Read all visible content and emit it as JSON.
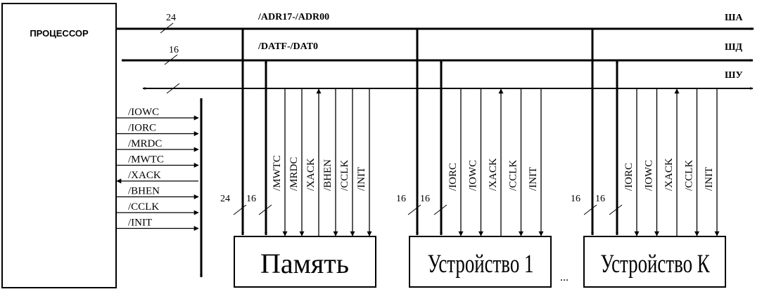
{
  "processor": {
    "label": "ПРОЦЕССОР"
  },
  "buses": {
    "address": {
      "name": "ША",
      "signal": "/ADR17-/ADR00",
      "width": "24"
    },
    "data": {
      "name": "ШД",
      "signal": "/DATF-/DAT0",
      "width": "16"
    },
    "control": {
      "name": "ШУ"
    }
  },
  "processor_signals": [
    {
      "label": "/IOWC",
      "direction": "out"
    },
    {
      "label": "/IORC",
      "direction": "out"
    },
    {
      "label": "/MRDC",
      "direction": "out"
    },
    {
      "label": "/MWTC",
      "direction": "out"
    },
    {
      "label": "/XACK",
      "direction": "in"
    },
    {
      "label": "/BHEN",
      "direction": "out"
    },
    {
      "label": "/CCLK",
      "direction": "out"
    },
    {
      "label": "/INIT",
      "direction": "out"
    }
  ],
  "devices": [
    {
      "label": "Память",
      "addr_width": "24",
      "data_width": "16",
      "signals": [
        {
          "label": "/MWTC",
          "direction": "in"
        },
        {
          "label": "/MRDC",
          "direction": "in"
        },
        {
          "label": "/XACK",
          "direction": "out"
        },
        {
          "label": "/BHEN",
          "direction": "in"
        },
        {
          "label": "/CCLK",
          "direction": "in"
        },
        {
          "label": "/INIT",
          "direction": "in"
        }
      ]
    },
    {
      "label": "Устройство 1",
      "addr_width": "16",
      "data_width": "16",
      "signals": [
        {
          "label": "/IORC",
          "direction": "in"
        },
        {
          "label": "/IOWC",
          "direction": "in"
        },
        {
          "label": "/XACK",
          "direction": "out"
        },
        {
          "label": "/CCLK",
          "direction": "in"
        },
        {
          "label": "/INIT",
          "direction": "in"
        }
      ]
    },
    {
      "label": "Устройство К",
      "addr_width": "16",
      "data_width": "16",
      "signals": [
        {
          "label": "/IORC",
          "direction": "in"
        },
        {
          "label": "/IOWC",
          "direction": "in"
        },
        {
          "label": "/XACK",
          "direction": "out"
        },
        {
          "label": "/CCLK",
          "direction": "in"
        },
        {
          "label": "/INIT",
          "direction": "in"
        }
      ]
    }
  ],
  "ellipsis": "..."
}
